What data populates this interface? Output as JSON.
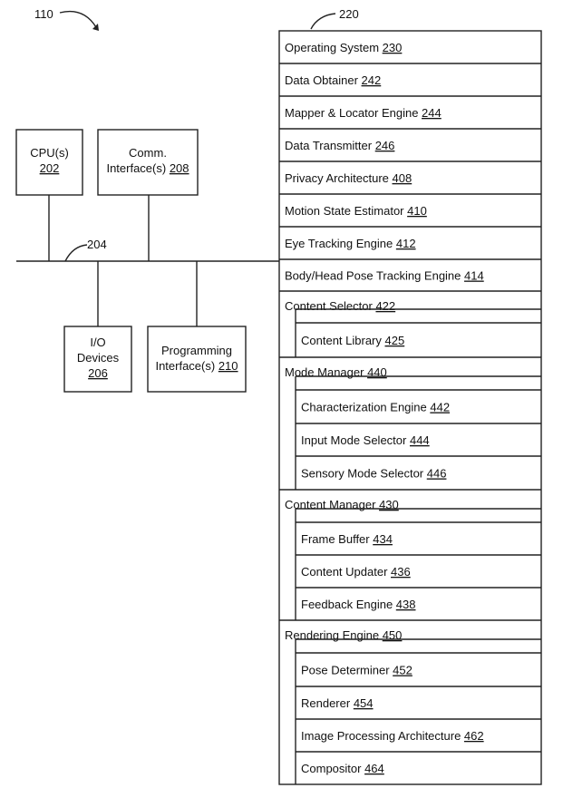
{
  "figure": {
    "ref_device": "110",
    "ref_memory": "220",
    "ref_bus": "204"
  },
  "components": {
    "cpu": {
      "label": "CPU(s)",
      "num": "202"
    },
    "comm": {
      "label": "Comm.",
      "label2": "Interface(s)",
      "num": "208"
    },
    "io": {
      "label": "I/O",
      "label2": "Devices",
      "num": "206"
    },
    "prog": {
      "label": "Programming",
      "label2": "Interface(s)",
      "num": "210"
    }
  },
  "memory": {
    "rows": [
      {
        "name": "Operating System",
        "num": "230",
        "indent": false
      },
      {
        "name": "Data Obtainer",
        "num": "242",
        "indent": false
      },
      {
        "name": "Mapper & Locator Engine",
        "num": "244",
        "indent": false
      },
      {
        "name": "Data Transmitter",
        "num": "246",
        "indent": false
      },
      {
        "name": "Privacy Architecture",
        "num": "408",
        "indent": false
      },
      {
        "name": "Motion State Estimator",
        "num": "410",
        "indent": false
      },
      {
        "name": "Eye Tracking Engine",
        "num": "412",
        "indent": false
      },
      {
        "name": "Body/Head Pose Tracking Engine",
        "num": "414",
        "indent": false
      },
      {
        "name": "Content Selector",
        "num": "422",
        "indent": false,
        "group": true
      },
      {
        "name": "Content Library",
        "num": "425",
        "indent": true
      },
      {
        "name": "Mode Manager",
        "num": "440",
        "indent": false,
        "group": true
      },
      {
        "name": "Characterization Engine",
        "num": "442",
        "indent": true
      },
      {
        "name": "Input Mode Selector",
        "num": "444",
        "indent": true
      },
      {
        "name": "Sensory Mode Selector",
        "num": "446",
        "indent": true
      },
      {
        "name": "Content Manager",
        "num": "430",
        "indent": false,
        "group": true
      },
      {
        "name": "Frame Buffer",
        "num": "434",
        "indent": true
      },
      {
        "name": "Content Updater",
        "num": "436",
        "indent": true
      },
      {
        "name": "Feedback Engine",
        "num": "438",
        "indent": true
      },
      {
        "name": "Rendering Engine",
        "num": "450",
        "indent": false,
        "group": true
      },
      {
        "name": "Pose Determiner",
        "num": "452",
        "indent": true
      },
      {
        "name": "Renderer",
        "num": "454",
        "indent": true
      },
      {
        "name": "Image Processing Architecture",
        "num": "462",
        "indent": true
      },
      {
        "name": "Compositor",
        "num": "464",
        "indent": true
      }
    ]
  }
}
